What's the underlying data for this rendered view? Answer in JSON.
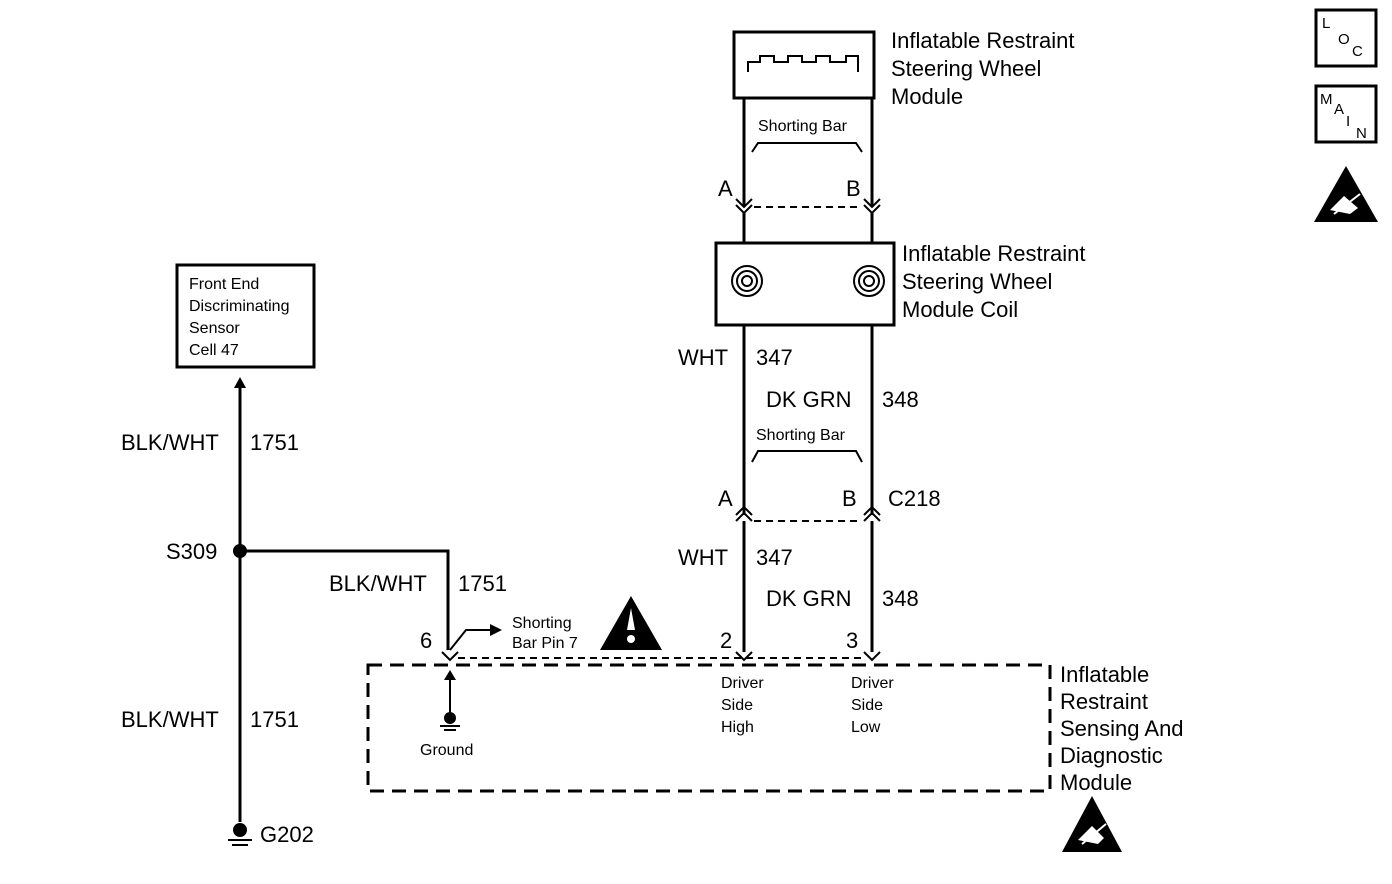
{
  "components": {
    "steering_module": [
      "Inflatable Restraint",
      "Steering Wheel",
      "Module"
    ],
    "steering_coil": [
      "Inflatable Restraint",
      "Steering Wheel",
      "Module Coil"
    ],
    "sensor": [
      "Front End",
      "Discriminating",
      "Sensor",
      "Cell 47"
    ],
    "sdm": [
      "Inflatable",
      "Restraint",
      "Sensing And",
      "Diagnostic",
      "Module"
    ]
  },
  "shorting_bar_label": "Shorting Bar",
  "shorting_bar_pin": [
    "Shorting",
    "Bar Pin 7"
  ],
  "pins": {
    "a": "A",
    "b": "B",
    "p6": "6",
    "p2": "2",
    "p3": "3"
  },
  "connector": "C218",
  "wires": {
    "wht_color": "WHT",
    "wht_circuit": "347",
    "grn_color": "DK GRN",
    "grn_circuit": "348",
    "blk_color": "BLK/WHT",
    "blk_circuit": "1751"
  },
  "splice": "S309",
  "ground_ref": "G202",
  "ground_label": "Ground",
  "driver_high": [
    "Driver",
    "Side",
    "High"
  ],
  "driver_low": [
    "Driver",
    "Side",
    "Low"
  ],
  "nav_icons": {
    "loc": [
      "L",
      "O",
      "C"
    ],
    "main": [
      "M",
      "A",
      "I",
      "N"
    ]
  }
}
